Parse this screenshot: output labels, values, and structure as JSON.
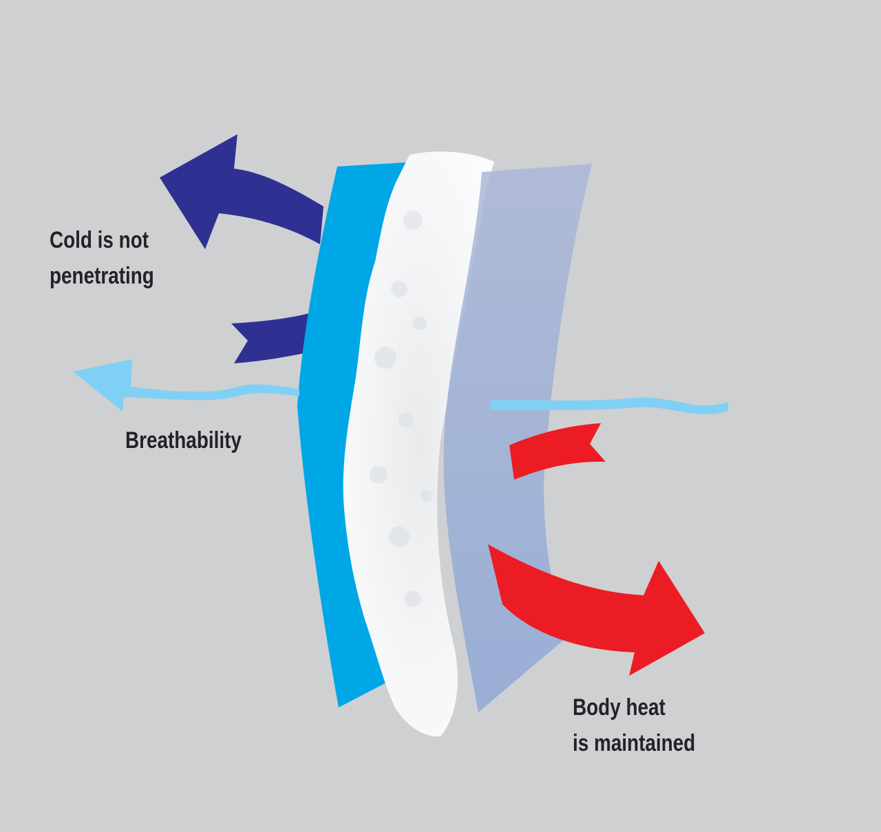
{
  "title": "Insulated fabric layers diagram",
  "colors": {
    "background": "#cfd0d2",
    "outer_layer": "#00a7e6",
    "insulation": "#f6f8fa",
    "inner_layer": "#8ea6d6",
    "cold_arrow": "#2e3192",
    "breathability_arrow": "#80cff5",
    "heat_arrow": "#ec1c24",
    "text": "#222326"
  },
  "labels": {
    "cold": {
      "line1": "Cold is not",
      "line2": "penetrating"
    },
    "breathability": "Breathability",
    "heat": {
      "line1": "Body heat",
      "line2": "is maintained"
    }
  },
  "layers": [
    {
      "name": "outer-shell",
      "description": "outer blue shell layer"
    },
    {
      "name": "insulation",
      "description": "white insulation fill"
    },
    {
      "name": "inner-lining",
      "description": "translucent inner lining"
    }
  ],
  "arrows": [
    {
      "name": "cold-reflected",
      "direction": "outward-left"
    },
    {
      "name": "cold-blocked",
      "direction": "inward"
    },
    {
      "name": "breathability",
      "direction": "through-left"
    },
    {
      "name": "heat-retained",
      "direction": "inward"
    },
    {
      "name": "heat-reflected",
      "direction": "outward-right"
    }
  ]
}
